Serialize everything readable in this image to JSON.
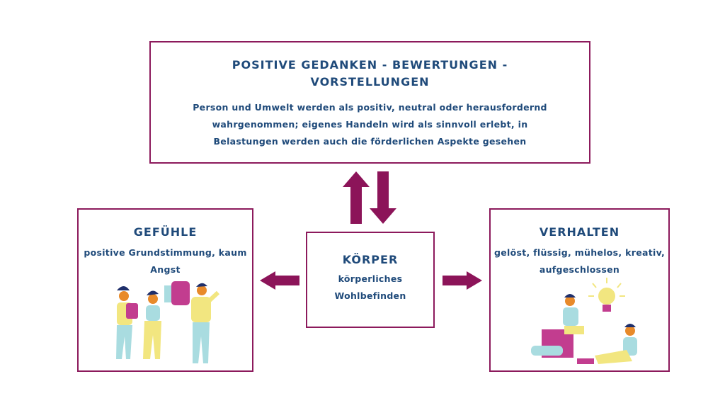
{
  "top": {
    "title": "POSITIVE GEDANKEN - BEWERTUNGEN - VORSTELLUNGEN",
    "body": "Person und Umwelt werden als positiv, neutral oder herausfordernd wahrgenommen; eigenes Handeln wird als sinnvoll erlebt, in Belastungen werden auch die förderlichen Aspekte gesehen"
  },
  "left": {
    "title": "GEFÜHLE",
    "body": "positive Grundstimmung, kaum Angst"
  },
  "center": {
    "title": "KÖRPER",
    "body": "körperliches Wohlbefinden"
  },
  "right": {
    "title": "VERHALTEN",
    "body": "gelöst, flüssig, mühelos, kreativ, aufgeschlossen"
  },
  "colors": {
    "border": "#8c1a5c",
    "text": "#1f4a7a",
    "arrow": "#8c1459"
  }
}
